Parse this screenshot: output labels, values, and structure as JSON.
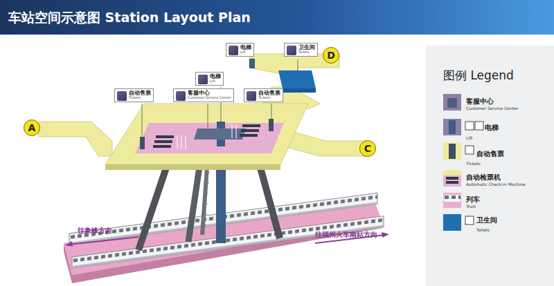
{
  "diagram": {
    "title": "车站空间示意图 Station Layout Plan",
    "nodes": [
      {
        "text": [
          "电梯",
          "Lift"
        ]
      },
      {
        "text": [
          "卫生间",
          "Toilets"
        ]
      },
      {
        "text": [
          "D"
        ]
      },
      {
        "text": [
          "电梯",
          "Lift"
        ]
      },
      {
        "text": [
          "自动售票",
          "Tickets"
        ]
      },
      {
        "text": [
          "客服中心",
          "Customer Service Center"
        ]
      },
      {
        "text": [
          "自动售票",
          "Tickets"
        ]
      },
      {
        "text": [
          "A"
        ]
      },
      {
        "text": [
          "C"
        ]
      }
    ],
    "labels": [
      "往象峰方向",
      "往福州火车南站方向",
      "图例 Legend",
      "Customer Service Center",
      "Lift",
      "Tickets",
      "Automatic Check-in Machine",
      "Train",
      "Toilets"
    ],
    "legend": [
      {
        "text": "客服中心"
      },
      {
        "text": "电梯"
      },
      {
        "text": "自动售票"
      },
      {
        "text": "自动检票机"
      },
      {
        "text": "列车"
      },
      {
        "text": "卫生间",
        "color": "#1f6fb2"
      }
    ]
  }
}
